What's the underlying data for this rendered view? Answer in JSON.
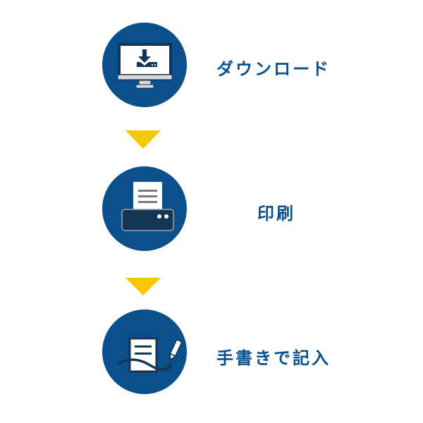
{
  "colors": {
    "circle": "#0b4f8c",
    "icon_dark": "#163454",
    "icon_light": "#ffffff",
    "icon_gray": "#d9d9d9",
    "arrow": "#f5c800",
    "text": "#0b4f8c"
  },
  "steps": [
    {
      "label": "ダウンロード",
      "icon": "monitor-download-icon"
    },
    {
      "label": "印刷",
      "icon": "printer-icon"
    },
    {
      "label": "手書きで記入",
      "icon": "handwritten-form-icon"
    }
  ],
  "arrows": [
    {
      "icon": "triangle-down-icon"
    },
    {
      "icon": "triangle-down-icon"
    }
  ]
}
